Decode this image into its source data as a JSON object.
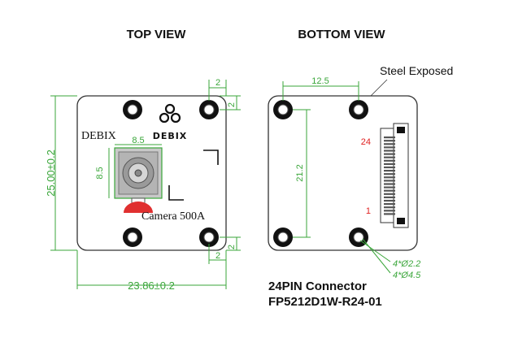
{
  "top_view": {
    "title": "TOP VIEW",
    "brand_text": "DEBIX",
    "logo_text": "DEBIX",
    "camera_label": "Camera 500A",
    "dims": {
      "hole_offset_x": "2",
      "hole_offset_y": "2",
      "hole_offset_bottom": "2",
      "hole_offset_bottom_y": "2",
      "lens_width": "8.5",
      "lens_height": "8.5",
      "board_height": "25.00±0.2",
      "board_width": "23.86±0.2"
    }
  },
  "bottom_view": {
    "title": "BOTTOM VIEW",
    "steel_label": "Steel Exposed",
    "dims": {
      "hole_spacing_x": "12.5",
      "hole_spacing_y": "21.2",
      "hole_inner": "4*Ø2.2",
      "hole_outer": "4*Ø4.5"
    },
    "pins": {
      "top": "24",
      "bottom": "1"
    },
    "connector": {
      "line1": "24PIN Connector",
      "line2": "FP5212D1W-R24-01"
    }
  },
  "colors": {
    "dimension": "#3aa63a",
    "pin_label": "#e02020",
    "outline": "#333333",
    "lens_red": "#e03030"
  }
}
